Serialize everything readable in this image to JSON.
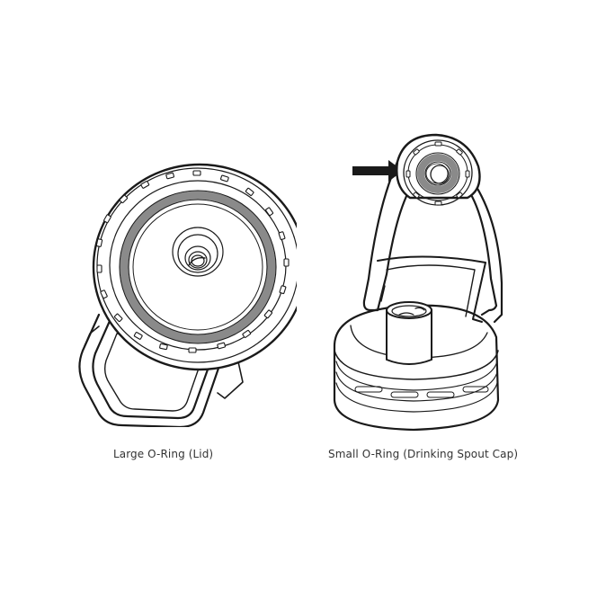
{
  "figures": [
    {
      "id": "large-o-ring",
      "caption": "Large O-Ring (Lid)",
      "description": "Lid viewed from underside with large gray O-ring seated around the circular rim and a hinged carry handle folded below"
    },
    {
      "id": "small-o-ring",
      "caption": "Small O-Ring (Drinking Spout Cap)",
      "description": "Lid upright with handle raised; spout cap at top of handle shows small gray O-ring, indicated by an arrow"
    }
  ],
  "colors": {
    "line": "#1a1a1a",
    "o_ring": "#8a8a8a",
    "arrow": "#1a1a1a",
    "caption_text": "#333333",
    "background": "#ffffff"
  },
  "annotations": {
    "arrow_target": "small-o-ring"
  }
}
